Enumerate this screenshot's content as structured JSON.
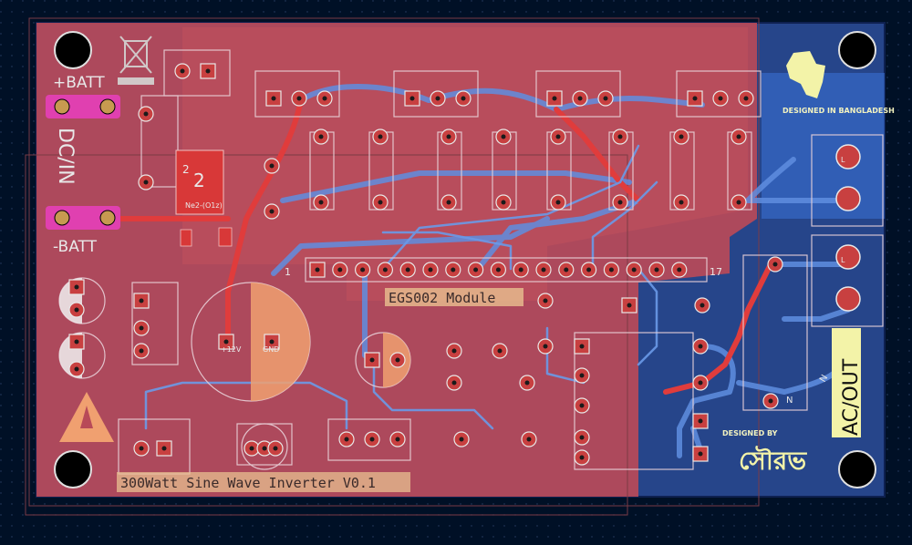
{
  "board": {
    "title": "300Watt Sine Wave Inverter V0.1",
    "module_label": "EGS002 Module",
    "header_pin_first": "1",
    "header_pin_last": "17",
    "designed_in": "DESIGNED IN BANGLADESH",
    "designed_by": "DESIGNED BY",
    "designer_name": "সৌরভ",
    "label_plus_batt": "+BATT",
    "label_minus_batt": "-BATT",
    "label_dc_in": "DC/IN",
    "label_ac_out": "AC/OUT",
    "label_n": "N",
    "label_n2": "N",
    "label_l": "L",
    "label_l2": "L",
    "cap_label_plus": "+12V",
    "cap_label_gnd": "GND",
    "reg_label_1": "2",
    "reg_label_2": "2",
    "reg_label_3": "Ne2-(O1z)"
  },
  "colors": {
    "background": "#001026",
    "board_blue": "#2a4a8f",
    "copper_red": "#c84545",
    "trace_red": "#d83c3c",
    "trace_blue": "#5a88d8",
    "pad_magenta": "#e040b0",
    "silk_yellow": "#f3f3a8"
  }
}
